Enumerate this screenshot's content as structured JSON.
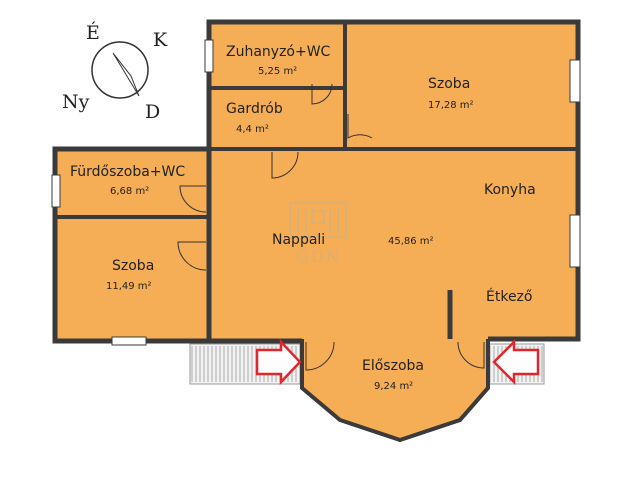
{
  "colors": {
    "floor": "#f5ae55",
    "wall": "#3a3a3a",
    "arrow": "#e0262b",
    "stairs": "#9a9a9a"
  },
  "compass": {
    "north": "É",
    "east": "K",
    "west": "Ny",
    "south": "D"
  },
  "rooms": {
    "zuhanyzo": {
      "name": "Zuhanyzó+WC",
      "area": "5,25 m²"
    },
    "szoba_top": {
      "name": "Szoba",
      "area": "17,28 m²"
    },
    "gardrob": {
      "name": "Gardrób",
      "area": "4,4 m²"
    },
    "furdoszoba": {
      "name": "Fürdőszoba+WC",
      "area": "6,68 m²"
    },
    "konyha": {
      "name": "Konyha"
    },
    "nappali": {
      "name": "Nappali",
      "area": "45,86 m²"
    },
    "szoba_left": {
      "name": "Szoba",
      "area": "11,49 m²"
    },
    "etkezo": {
      "name": "Étkező"
    },
    "eloszoba": {
      "name": "Előszoba",
      "area": "9,24 m²"
    }
  },
  "watermark": {
    "text": "GDN",
    "icon": "building-logo-icon"
  }
}
